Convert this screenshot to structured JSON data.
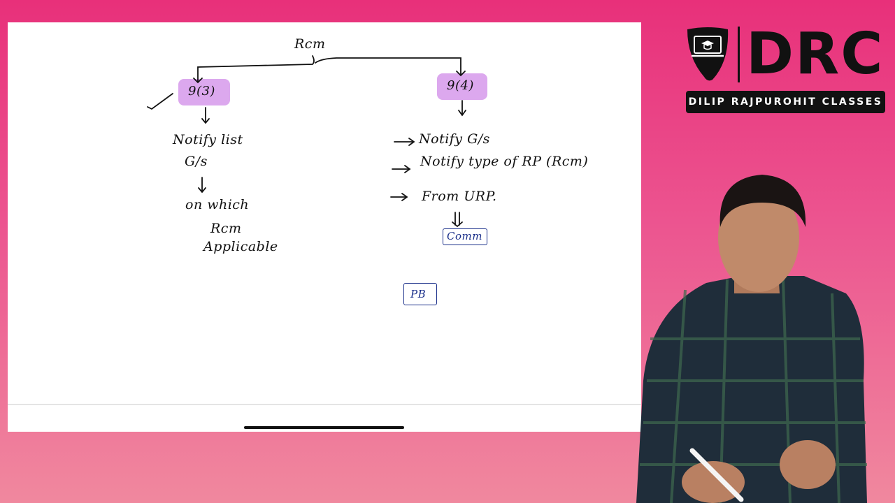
{
  "whiteboard": {
    "root": "Rcm",
    "left": {
      "node": "9(3)",
      "line1": "Notify list",
      "line2": "G/s",
      "line3": "on which",
      "line4": "Rcm",
      "line5": "Applicable"
    },
    "right": {
      "node": "9(4)",
      "item1": "Notify G/s",
      "item2": "Notify type of RP (Rcm)",
      "item3": "From URP.",
      "box1": "Comm",
      "box2": "PB"
    }
  },
  "logo": {
    "brand": "DRC",
    "tagline": "DILIP RAJPUROHIT CLASSES"
  },
  "colors": {
    "background": "#e8307a",
    "highlight": "#dca8ee",
    "ink_black": "#111111",
    "ink_blue": "#1a2f8a"
  }
}
